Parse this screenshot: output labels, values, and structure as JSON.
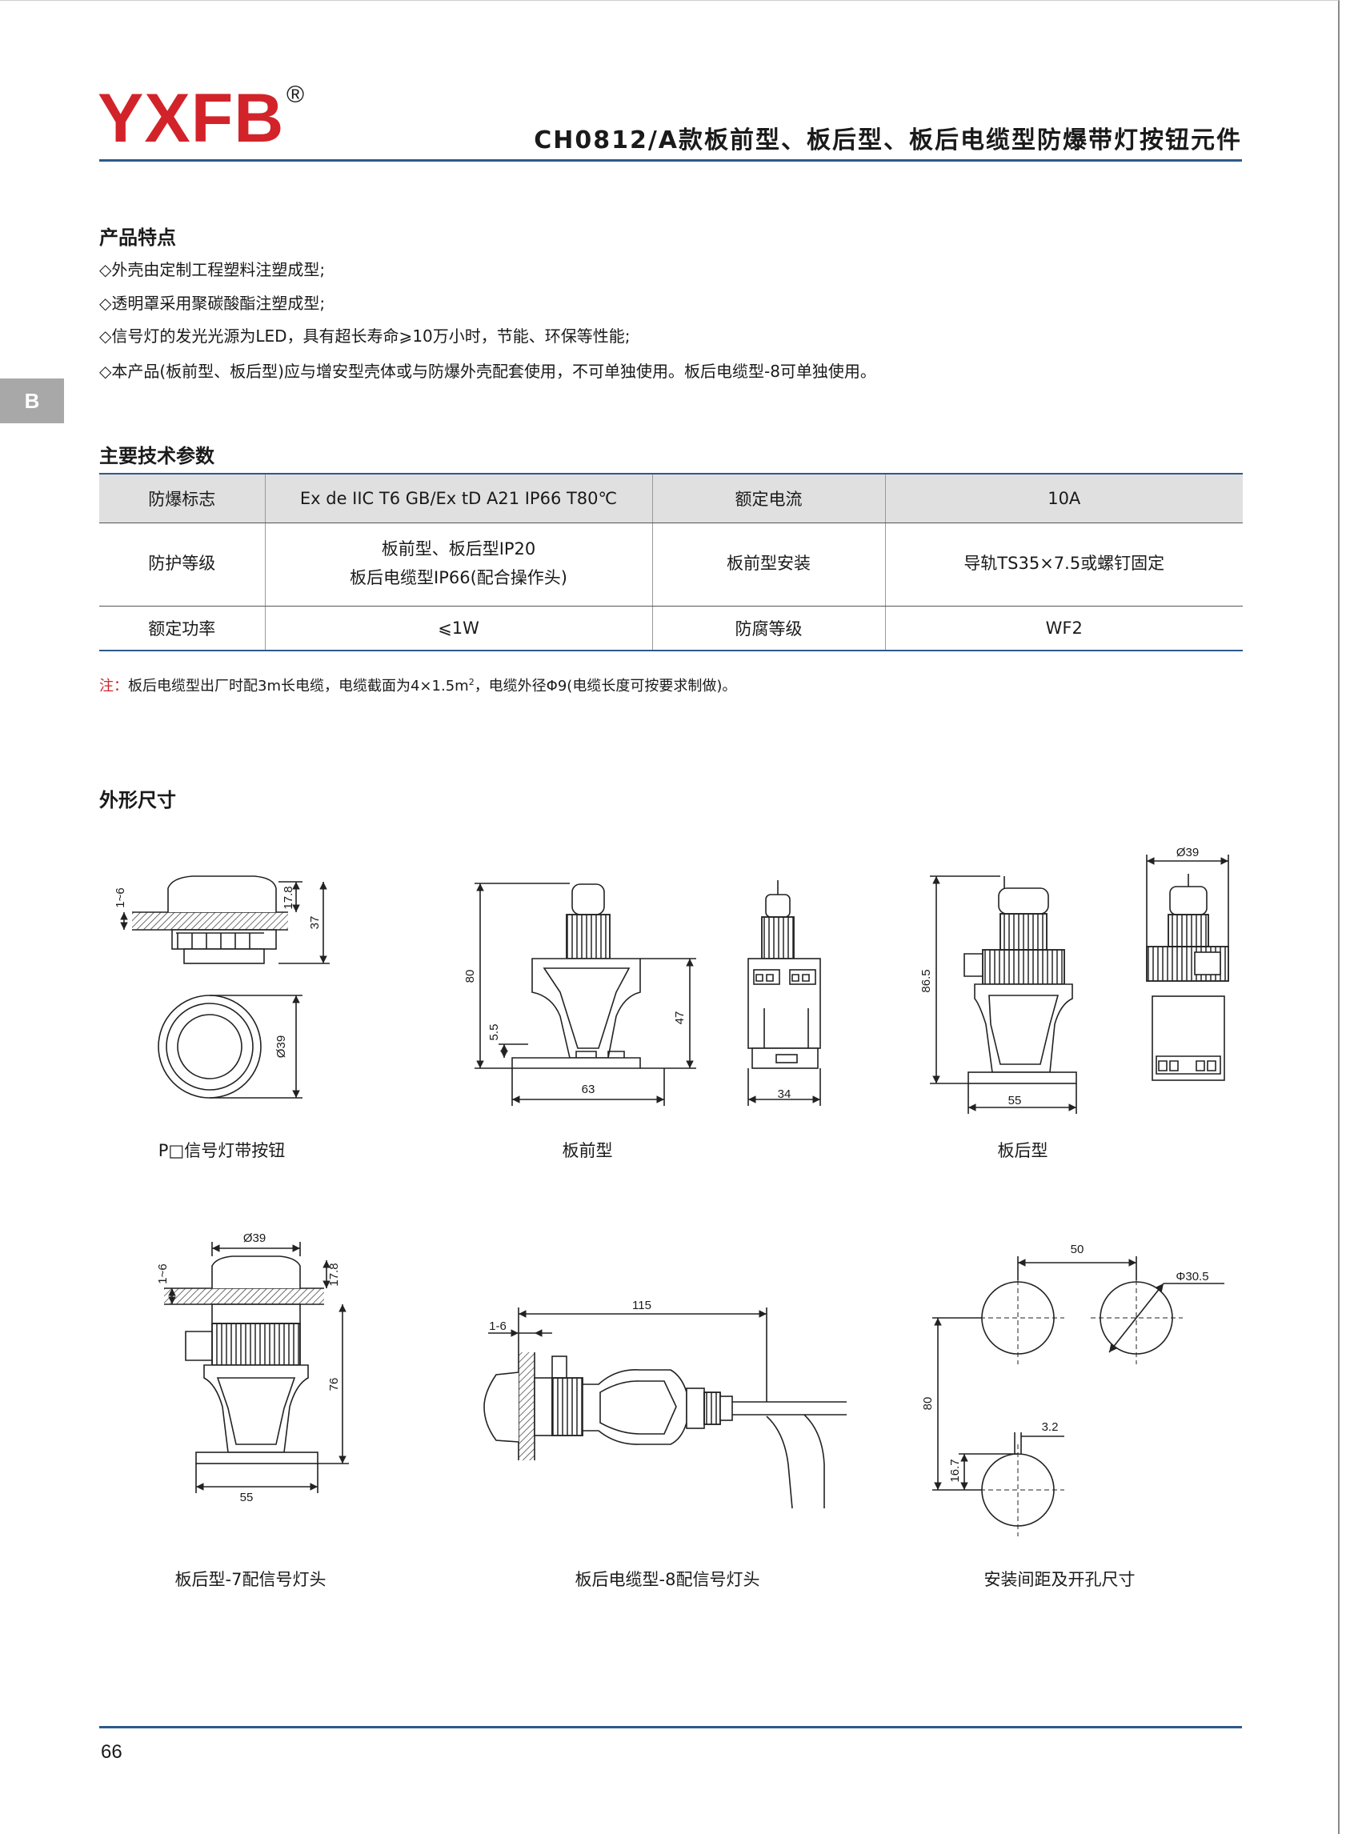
{
  "header": {
    "logo": "YXFB",
    "logo_mark": "®",
    "title": "CH0812/A款板前型、板后型、板后电缆型防爆带灯按钮元件"
  },
  "side_tab": "B",
  "features": {
    "title": "产品特点",
    "items": [
      "◇外壳由定制工程塑料注塑成型;",
      "◇透明罩采用聚碳酸酯注塑成型;",
      "◇信号灯的发光光源为LED，具有超长寿命⩾10万小时，节能、环保等性能;",
      "◇本产品(板前型、板后型)应与增安型壳体或与防爆外壳配套使用，不可单独使用。板后电缆型-8可单独使用。"
    ]
  },
  "params": {
    "title": "主要技术参数",
    "rows": [
      [
        "防爆标志",
        "Ex de IIC T6 GB/Ex tD A21 IP66 T80℃",
        "额定电流",
        "10A"
      ],
      [
        "防护等级",
        "板前型、板后型IP20\n板后电缆型IP66(配合操作头)",
        "板前型安装",
        "导轨TS35×7.5或螺钉固定"
      ],
      [
        "额定功率",
        "⩽1W",
        "防腐等级",
        "WF2"
      ]
    ],
    "r2_line1": "板前型、板后型IP20",
    "r2_line2": "板后电缆型IP66(配合操作头)"
  },
  "note": {
    "label": "注：",
    "text_before_sup": "板后电缆型出厂时配3m长电缆，电缆截面为4×1.5m",
    "sup": "2",
    "text_after_sup": "，电缆外径Φ9(电缆长度可按要求制做)。"
  },
  "dimensions": {
    "title": "外形尺寸",
    "captions": {
      "pushbutton": "P□信号灯带按钮",
      "front": "板前型",
      "rear": "板后型",
      "rear7": "板后型-7配信号灯头",
      "cable8": "板后电缆型-8配信号灯头",
      "mounting": "安装间距及开孔尺寸"
    },
    "labels": {
      "d_1_6": "1~6",
      "d_17_8": "17.8",
      "d_37": "37",
      "d_phi39": "Ø39",
      "d_80": "80",
      "d_5_5": "5.5",
      "d_47": "47",
      "d_63": "63",
      "d_34": "34",
      "d_86_5": "86.5",
      "d_55": "55",
      "d_76": "76",
      "d_115": "115",
      "d_1_6b": "1-6",
      "d_50": "50",
      "d_phi30_5": "Φ30.5",
      "d_3_2": "3.2",
      "d_16_7": "16.7"
    }
  },
  "footer": {
    "page_number": "66"
  }
}
